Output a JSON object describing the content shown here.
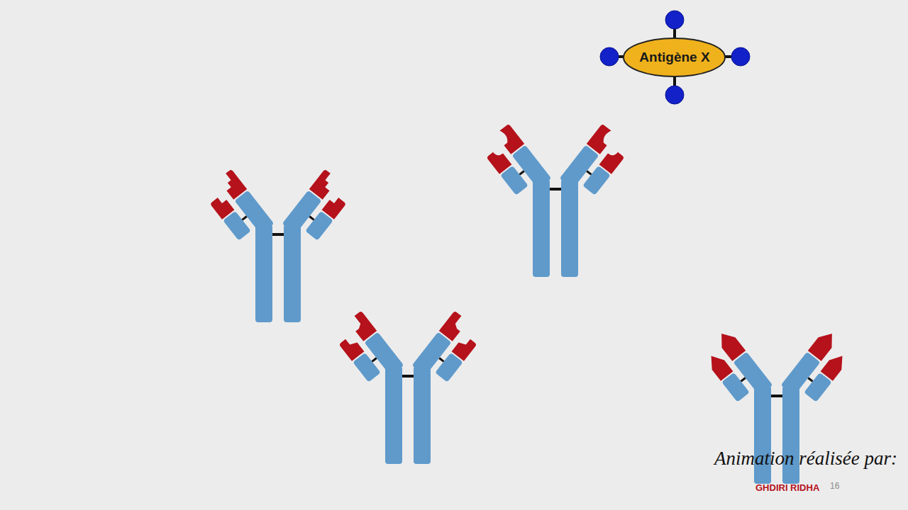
{
  "diagram": {
    "nodes": [
      {
        "text": [
          "Antigène X"
        ]
      }
    ],
    "labels": [
      "Animation réalisée par:",
      "GHDIRI RIDHA",
      "16"
    ]
  }
}
